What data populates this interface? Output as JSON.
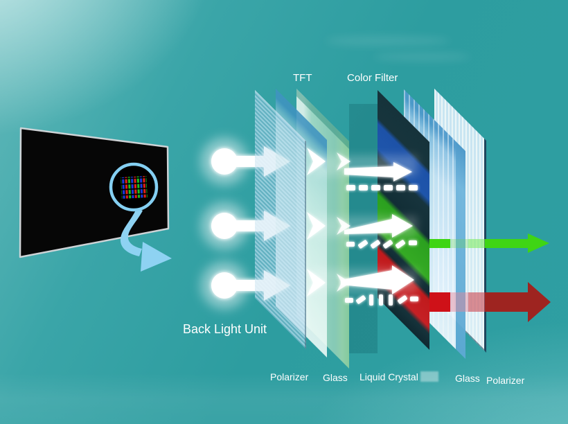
{
  "labels": {
    "tft": "TFT",
    "color_filter": "Color Filter",
    "back_light_unit": "Back Light Unit",
    "bottom": [
      "Polarizer",
      "Glass",
      "Liquid Crystal",
      "Glass",
      "Polarizer"
    ]
  },
  "diagram": {
    "type": "LCD panel structure diagram",
    "layer_sequence": [
      "Back Light Unit",
      "Polarizer",
      "Glass",
      "TFT",
      "Liquid Crystal",
      "Color Filter",
      "Glass",
      "Polarizer"
    ],
    "light_rays_count": 3,
    "color_filter_bands": [
      "blue",
      "green",
      "red"
    ],
    "subpixel_colors": [
      "red",
      "green",
      "blue"
    ],
    "output_beams": [
      {
        "color_name": "green",
        "hex": "#3fd514"
      },
      {
        "color_name": "red",
        "hex": "#9e2420"
      }
    ]
  },
  "colors": {
    "background_teal": "#2d9da0",
    "background_light": "#63b9ba",
    "sheet_polarizer_front": "#aed5ea",
    "sheet_glass_front": "#abdeda",
    "sheet_tft": "#8fceb8",
    "sheet_color_filter_base": "#16333b",
    "filter_blue": "#1d52a8",
    "filter_green": "#2ba01f",
    "filter_red": "#c01a1c",
    "sheet_glass_rear": "#bfe0f2",
    "sheet_polarizer_rear": "#d3eaf8",
    "beam_green": "#3fd514",
    "beam_red": "#9e2420",
    "light_white": "#ffffff",
    "magnifier_ring": "#84cff2",
    "zoom_arrow": "#8ed2f2",
    "screen_black": "#060606"
  }
}
